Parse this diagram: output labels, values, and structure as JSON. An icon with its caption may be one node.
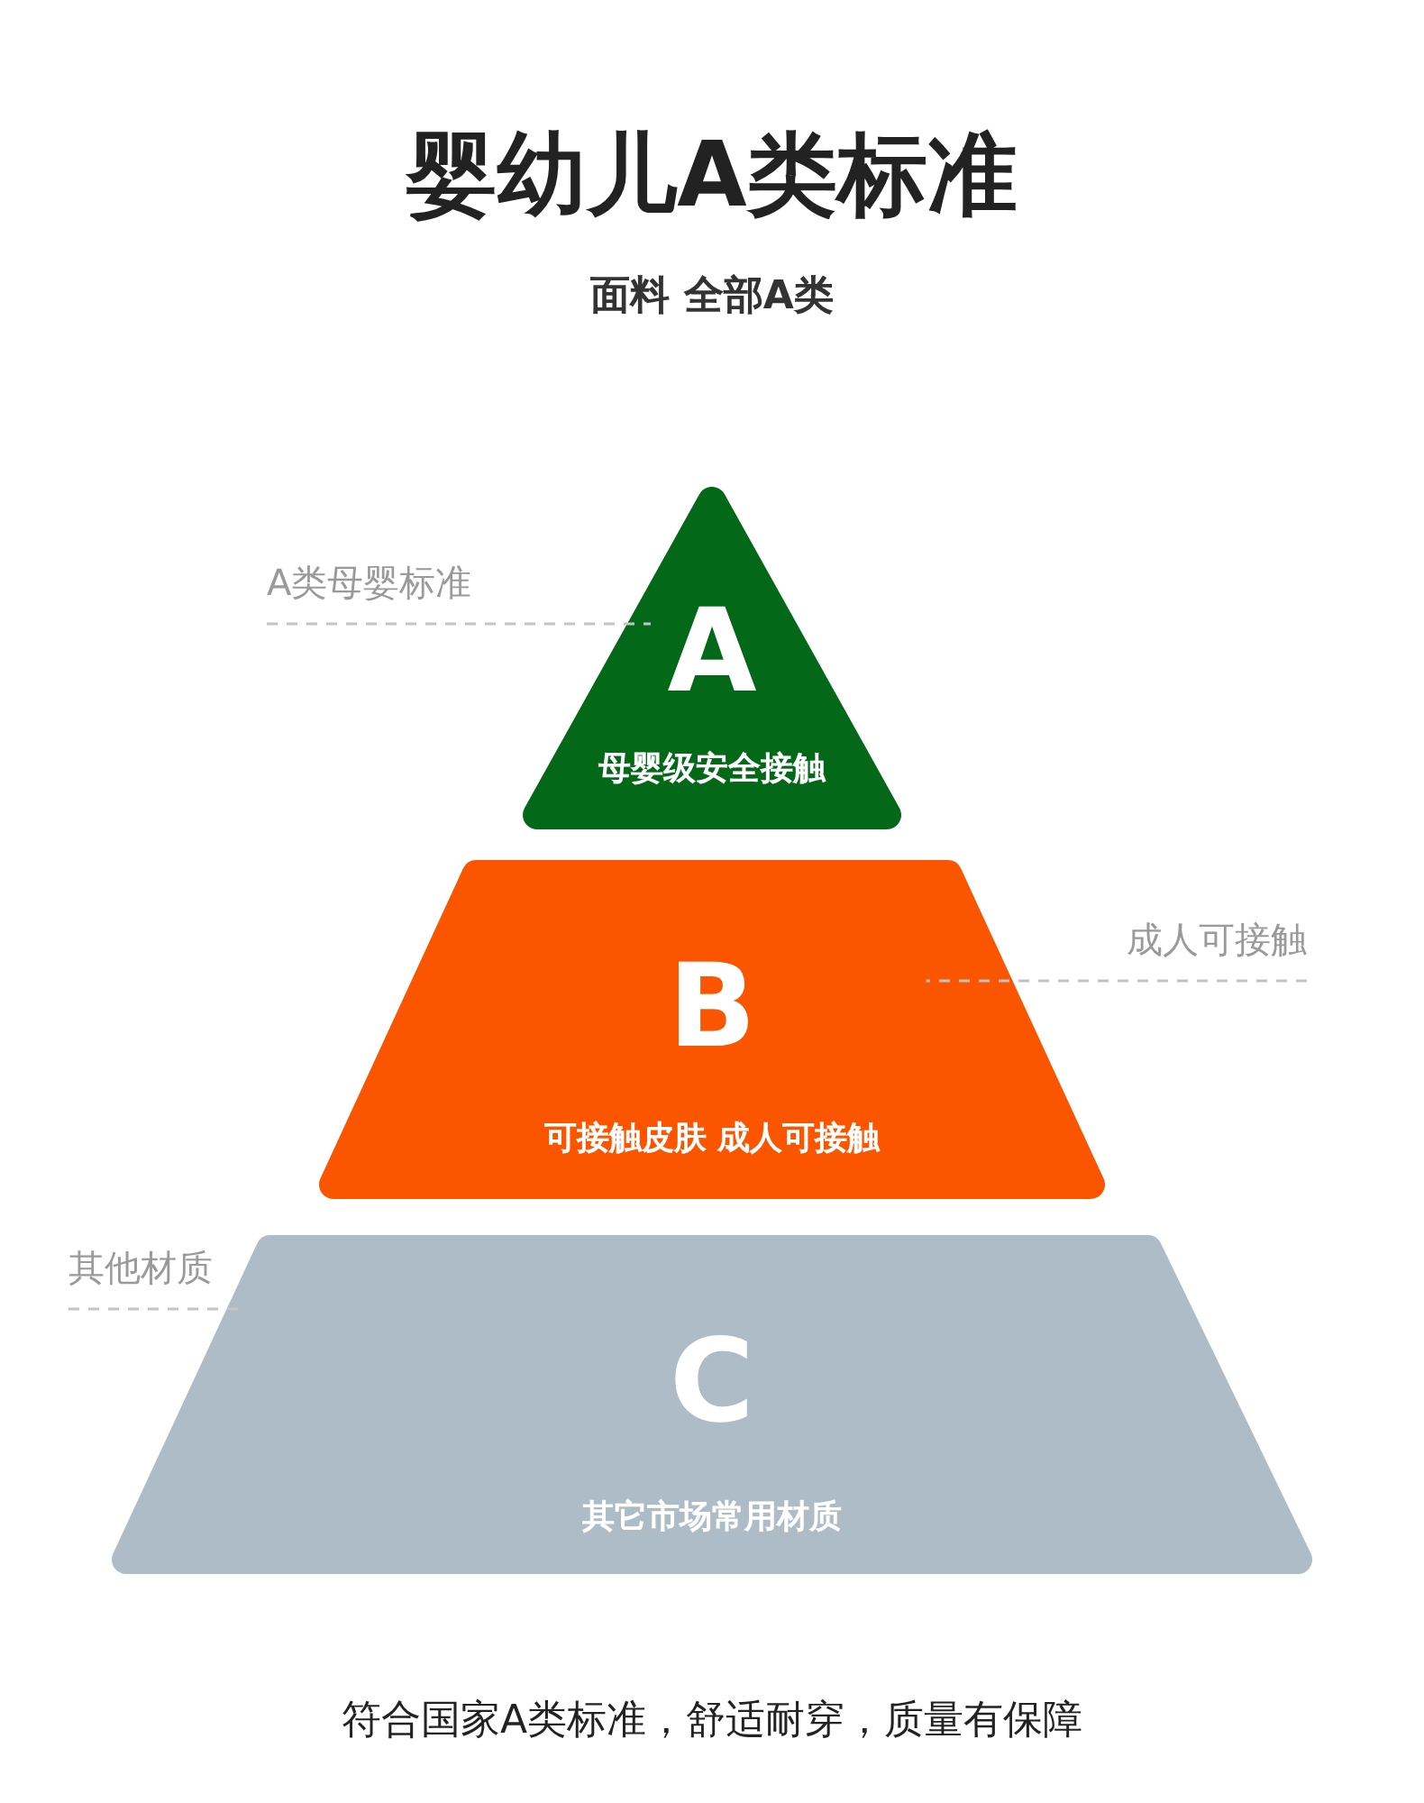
{
  "diagram": {
    "title": "婴幼儿**A类**标准",
    "caption": "面料 全部A类",
    "nodes": [
      {
        "text": [
          "A",
          "母婴级安全接触"
        ]
      },
      {
        "text": [
          "B",
          "可接触皮肤 成人可接触"
        ]
      },
      {
        "text": [
          "C",
          "其它市场常用材质"
        ]
      },
      {
        "text": [
          "A类母婴标准"
        ]
      },
      {
        "text": [
          "成人可接触"
        ]
      },
      {
        "text": [
          "其他材质"
        ]
      }
    ],
    "edges": [
      {
        "from": 3,
        "to": 0,
        "arrow": "none",
        "style": "dashed"
      },
      {
        "from": 4,
        "to": 1,
        "arrow": "none",
        "style": "dashed"
      },
      {
        "from": 5,
        "to": 2,
        "arrow": "none",
        "style": "dashed"
      }
    ],
    "labels": [
      "符合国家A类标准，舒适耐穿，质量有保障"
    ]
  }
}
